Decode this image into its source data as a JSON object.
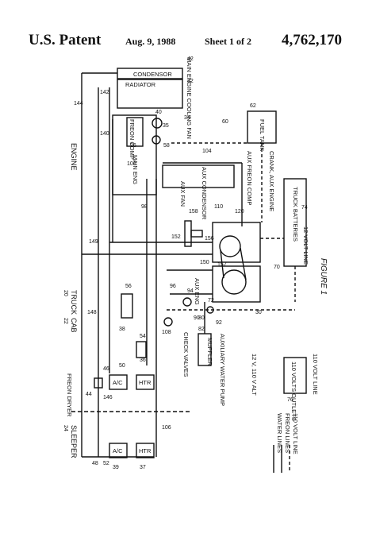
{
  "header": {
    "patent_office": "U.S. Patent",
    "date": "Aug. 9, 1988",
    "sheet": "Sheet 1 of 2",
    "patent_number": "4,762,170"
  },
  "figure": {
    "title": "FIGURE 1",
    "components": {
      "condensor": "CONDENSOR",
      "radiator": "RADIATOR",
      "main_engine_fan": "MAIN ENGINE COOLING FAN",
      "freon_comp": "FREON COMP",
      "main_eng": "MAIN ENG",
      "fuel_tank": "FUEL TANK",
      "aux_fan": "AUX FAN",
      "aux_condensor": "AUX CONDENSOR",
      "aux_freon_comp": "AUX FREON COMP",
      "crank_aux_engine": "CRANK, AUX ENGINE",
      "truck_batteries": "TRUCK BATTERIES",
      "twelve_volt_line": "12 VOLT LINE",
      "aux_eng": "AUX ENG",
      "check_valves": "CHECK VALVES",
      "muffler": "MUFFLER",
      "aux_water_pump": "AUXILIARY WATER PUMP",
      "alt": "12 V, 110 V ALT",
      "outlets": "110 VOLTS OUTLETS",
      "volt_line_110": "110 VOLT LINE",
      "freon_dryer": "FREON DRYER",
      "ac": "A/C",
      "htr": "HTR"
    },
    "zones": {
      "engine": "ENGINE",
      "truck": "TRUCK",
      "truck_num": "20",
      "cab": "CAB",
      "cab_num": "22",
      "sleeper": "SLEEPER",
      "sleeper_num": "24"
    },
    "legend": {
      "water": "WATER LINES",
      "freon": "FREON LINES",
      "volt": "110 VOLT LINE"
    },
    "refs": {
      "r42": "42",
      "r32": "32",
      "r34": "34",
      "r35": "35",
      "r40": "40",
      "r58": "58",
      "r142": "142",
      "r140": "140",
      "r144": "144",
      "r26": "26",
      "r60": "60",
      "r62": "62",
      "r100": "100",
      "r104": "104",
      "r98": "98",
      "r158": "158",
      "r110": "110",
      "r120": "120",
      "r74": "74",
      "r152": "152",
      "r156": "156",
      "r157": "157",
      "r149": "149",
      "r150": "150",
      "r70": "70",
      "r148": "148",
      "r56": "56",
      "r96": "96",
      "r94": "94",
      "r72": "72",
      "r108": "108",
      "r90": "90",
      "r30": "30",
      "r80": "80",
      "r92": "92",
      "r38": "38",
      "r54": "54",
      "r82": "82",
      "r76": "76",
      "r36": "36",
      "r46": "46",
      "r50": "50",
      "r44": "44",
      "r146": "146",
      "r106": "106",
      "r48": "48",
      "r52": "52",
      "r39": "39",
      "r37": "37",
      "r116": "116"
    }
  }
}
